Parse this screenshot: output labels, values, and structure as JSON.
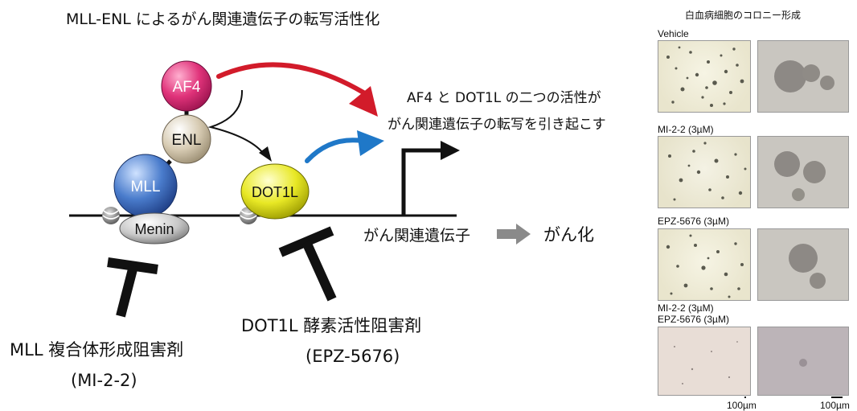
{
  "title": "MLL-ENL によるがん関連遺伝子の転写活性化",
  "proteins": {
    "af4": "AF4",
    "enl": "ENL",
    "mll": "MLL",
    "menin": "Menin",
    "dot1l": "DOT1L"
  },
  "annotation": {
    "line1": "AF4 と DOT1L の二つの活性が",
    "line2": "がん関連遺伝子の転写を引き起こす"
  },
  "gene_label": "がん関連遺伝子",
  "outcome_label": "がん化",
  "inhibitors": {
    "mll_name": "MLL 複合体形成阻害剤",
    "mll_compound": "(MI-2-2)",
    "dot1l_name": "DOT1L 酵素活性阻害剤",
    "dot1l_compound": "(EPZ-5676)"
  },
  "colors": {
    "af4": "#e0337a",
    "enl": "#d8ccb4",
    "mll": "#4a7ccc",
    "menin": "#c8c8c8",
    "dot1l": "#e8e825",
    "red_arrow": "#d21b2a",
    "blue_arrow": "#1f78c8"
  },
  "panel": {
    "title": "白血病細胞のコロニー形成",
    "rows": [
      {
        "label": "Vehicle"
      },
      {
        "label": "MI-2-2 (3µM)"
      },
      {
        "label": "EPZ-5676 (3µM)"
      },
      {
        "label": "MI-2-2 (3µM)",
        "label2": "EPZ-5676 (3µM)"
      }
    ],
    "scale_left": "100µm",
    "scale_right": "100µm"
  }
}
